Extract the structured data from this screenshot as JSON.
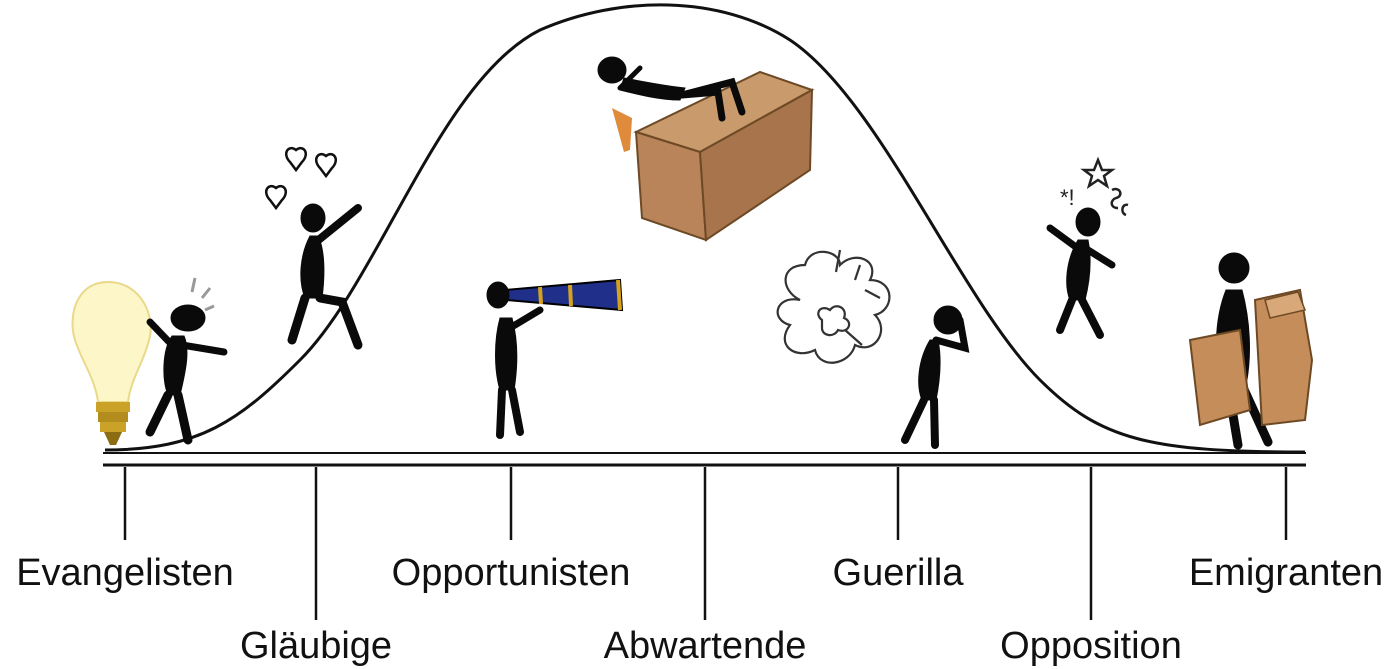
{
  "labels": {
    "evangelisten": "Evangelisten",
    "glaeubige": "Gläubige",
    "opportunisten": "Opportunisten",
    "abwartende": "Abwartende",
    "guerilla": "Guerilla",
    "opposition": "Opposition",
    "emigranten": "Emigranten"
  },
  "colors": {
    "line": "#111111",
    "figure": "#0a0a0a",
    "bulb": "#fdf6c8",
    "bulb_base": "#c9a227",
    "desk": "#b9845a",
    "telescope": "#1f2f8a",
    "suitcase": "#c48d5a"
  },
  "icons": [
    "lightbulb-icon",
    "hearts-icon",
    "telescope-icon",
    "desk-icon",
    "explosion-cloud-icon",
    "curse-symbols-icon",
    "suitcase-icon"
  ]
}
